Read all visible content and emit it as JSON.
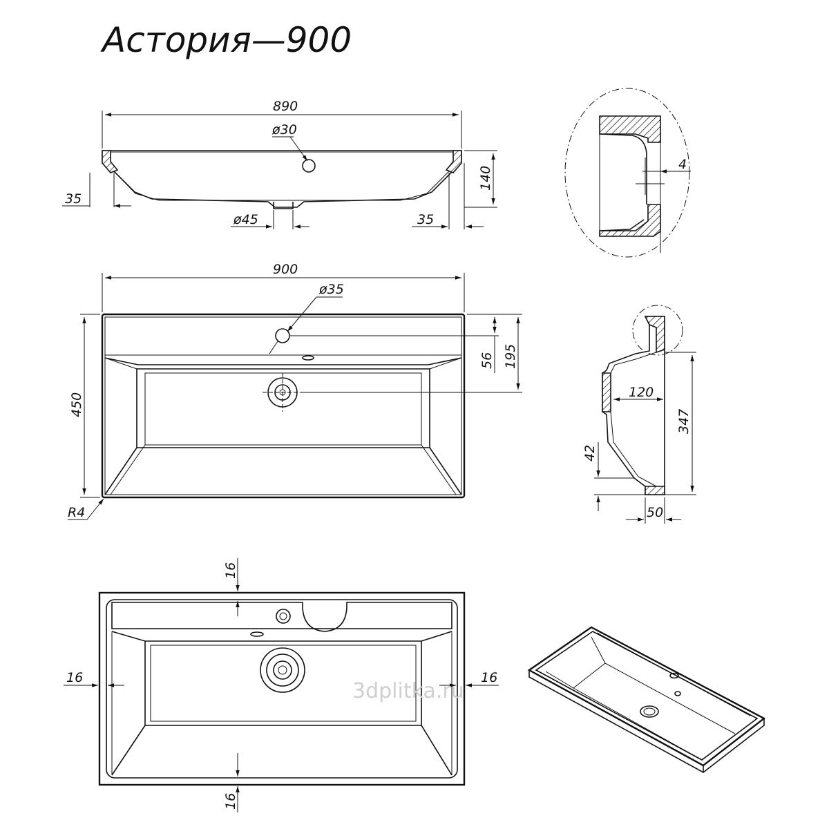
{
  "title": "Астория—900",
  "watermark": "3dplitka.ru",
  "views": {
    "section_front": {
      "width": "890",
      "drain_hole": "ø30",
      "outlet": "ø45",
      "rim_left": "35",
      "rim_right": "35",
      "height": "140"
    },
    "detail": {
      "thickness": "4"
    },
    "top": {
      "width": "900",
      "tap_hole": "ø35",
      "depth": "450",
      "ledge": "56",
      "drain_offset": "195",
      "radius": "R4"
    },
    "side_section": {
      "outlet_depth": "120",
      "height": "347",
      "base": "42",
      "foot": "50"
    },
    "bottom": {
      "top_margin": "16",
      "left_margin": "16",
      "right_margin": "16",
      "bottom_margin": "16"
    }
  }
}
